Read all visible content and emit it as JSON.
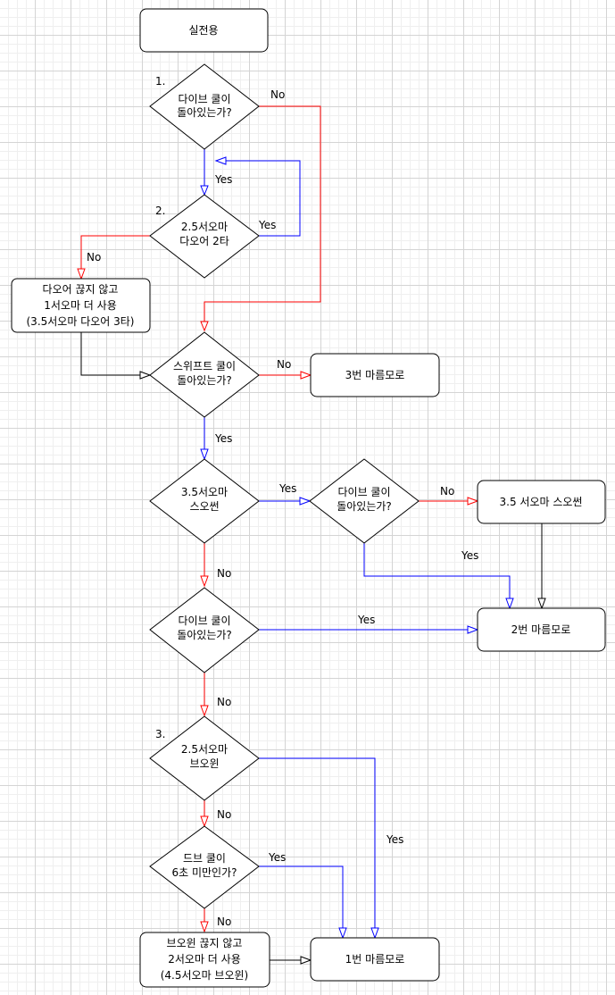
{
  "nodes": {
    "start": "실전용",
    "d1": [
      "다이브 쿨이",
      "돌아있는가?"
    ],
    "d2": [
      "2.5서오마",
      "다오어 2타"
    ],
    "r_daoeo": [
      "다오어 끊지 않고",
      "1서오마 더 사용",
      "(3.5서오마 다오어 3타)"
    ],
    "d_swift": [
      "스위프트 쿨이",
      "돌아있는가?"
    ],
    "r_3": "3번 마름모로",
    "d_35": [
      "3.5서오마",
      "스오썬"
    ],
    "d_dive2": [
      "다이브 쿨이",
      "돌아있는가?"
    ],
    "r_35": "3.5 서오마 스오썬",
    "d_dive3": [
      "다이브 쿨이",
      "돌아있는가?"
    ],
    "r_2": "2번 마름모로",
    "d3": [
      "2.5서오마",
      "브오윈"
    ],
    "d_dv": [
      "드브 쿨이",
      "6초 미만인가?"
    ],
    "r_bo": [
      "브오윈 끊지 않고",
      "2서오마 더 사용",
      "(4.5서오마 브오윈)"
    ],
    "r_1": "1번 마름모로"
  },
  "numbers": {
    "n1": "1.",
    "n2": "2.",
    "n3": "3."
  },
  "edge_labels": {
    "yes": "Yes",
    "no": "No"
  },
  "colors": {
    "no_edge": "#ff0000",
    "yes_edge": "#0000ff",
    "plain_edge": "#000000"
  }
}
